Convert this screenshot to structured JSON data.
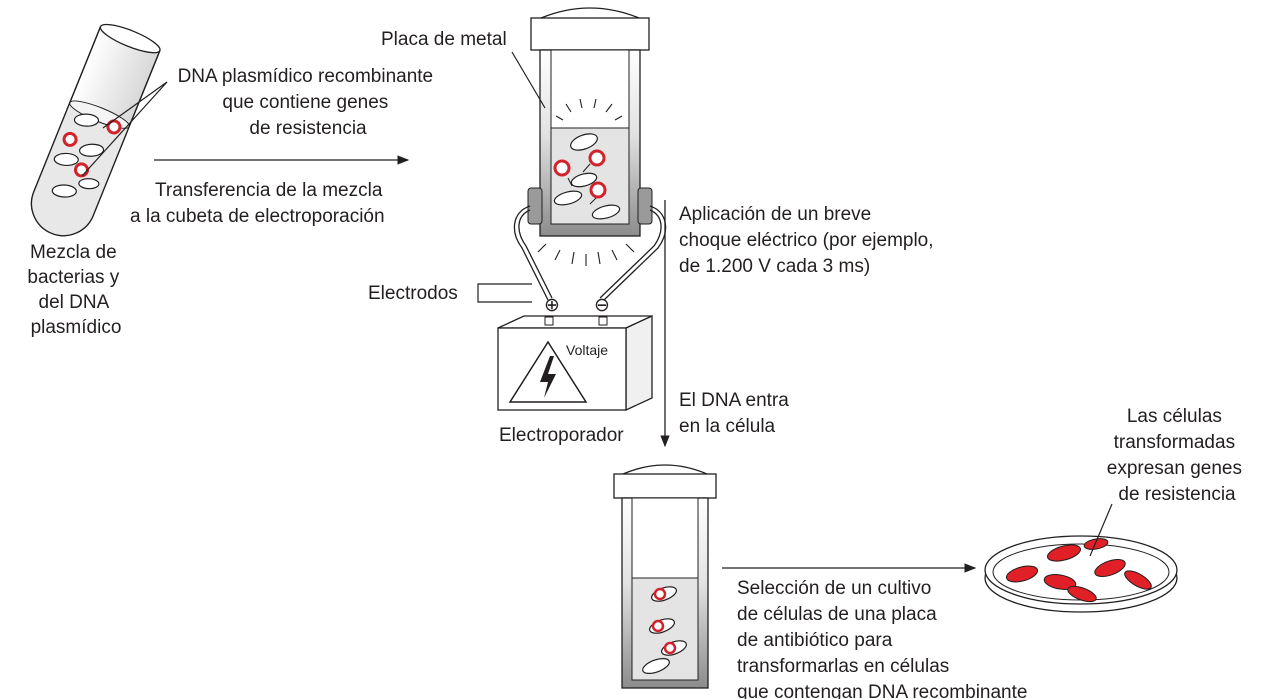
{
  "labels": {
    "mixture": [
      "Mezcla de",
      "bacterias y",
      "del DNA",
      "plasmídico"
    ],
    "plasmid": [
      "DNA plasmídico recombinante",
      "que contiene genes",
      "de resistencia"
    ],
    "transfer": [
      "Transferencia de la mezcla",
      "a la cubeta de electroporación"
    ],
    "metal_plate": "Placa de metal",
    "electrodes": "Electrodos",
    "voltage": "Voltaje",
    "electroporator": "Electroporador",
    "plus": "⊕",
    "minus": "⊖",
    "shock": [
      "Aplicación de un breve",
      "choque eléctrico (por ejemplo,",
      "de 1.200 V cada 3 ms)"
    ],
    "dna_enters": [
      "El DNA entra",
      "en la célula"
    ],
    "selection": [
      "Selección de un cultivo",
      "de células de una placa",
      "de antibiótico para",
      "transformarlas en células",
      "que contengan DNA recombinante"
    ],
    "transformed": [
      "Las células",
      "transformadas",
      "expresan genes",
      "de resistencia"
    ]
  },
  "colors": {
    "ink": "#231f20",
    "plasmid_red": "#d0232b",
    "cell_red": "#e01f26",
    "gray_dark": "#8a8a8a",
    "gray_light": "#e6e6e6"
  }
}
